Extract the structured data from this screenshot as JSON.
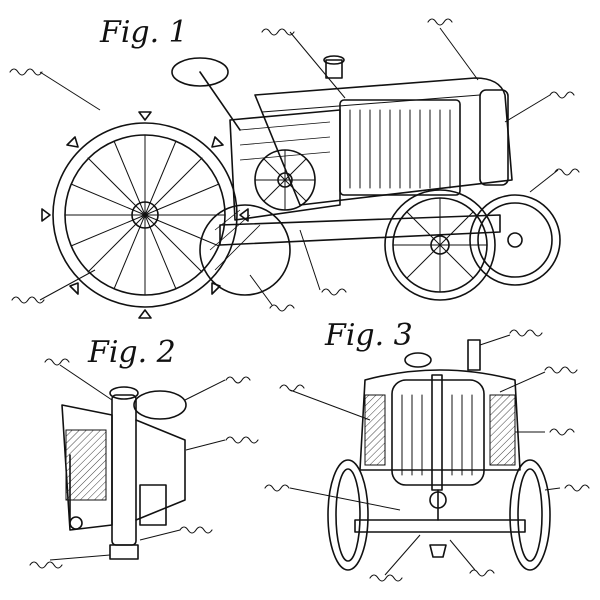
{
  "figures": [
    {
      "id": "fig1",
      "title": "Fig. 1"
    },
    {
      "id": "fig2",
      "title": "Fig. 2"
    },
    {
      "id": "fig3",
      "title": "Fig. 3"
    }
  ],
  "colors": {
    "ink": "#111111",
    "paper": "#ffffff"
  }
}
